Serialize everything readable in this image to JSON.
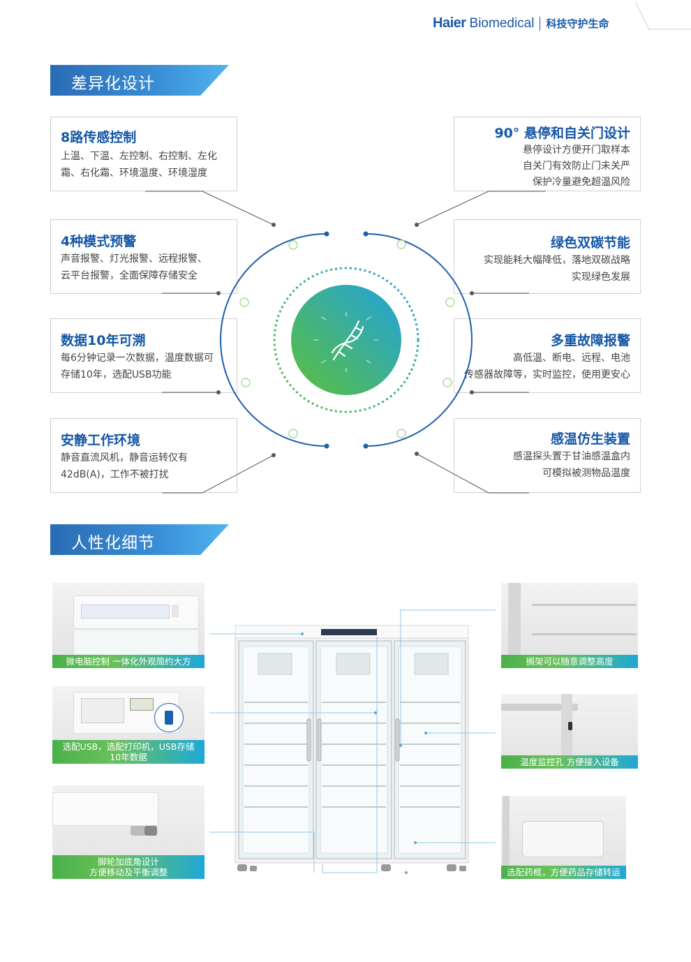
{
  "header": {
    "brand_bold": "Haier",
    "brand_light": "Biomedical",
    "slogan": "科技守护生命"
  },
  "sections": {
    "design": "差异化设计",
    "details": "人性化细节"
  },
  "features_left": [
    {
      "title": "8路传感控制",
      "lines": [
        "上温、下温、左控制、右控制、左化",
        "霜、右化霜、环境温度、环境湿度"
      ]
    },
    {
      "title": "4种模式预警",
      "lines": [
        "声音报警、灯光报警、远程报警、",
        "云平台报警，全面保障存储安全"
      ]
    },
    {
      "title": "数据10年可溯",
      "lines": [
        "每6分钟记录一次数据，温度数据可",
        "存储10年，选配USB功能"
      ]
    },
    {
      "title": "安静工作环境",
      "lines": [
        "静音直流风机，静音运转仅有",
        "42dB(A)，工作不被打扰"
      ]
    }
  ],
  "features_right": [
    {
      "title": "90° 悬停和自关门设计",
      "lines": [
        "悬停设计方便开门取样本",
        "自关门有效防止门未关严",
        "保护冷量避免超温风险"
      ]
    },
    {
      "title": "绿色双碳节能",
      "lines": [
        "实现能耗大幅降低，落地双碳战略",
        "实现绿色发展"
      ]
    },
    {
      "title": "多重故障报警",
      "lines": [
        "高低温、断电、远程、电池",
        "传感器故障等，实时监控，使用更安心"
      ]
    },
    {
      "title": "感温仿生装置",
      "lines": [
        "感温探头置于甘油感温盒内",
        "可模拟被测物品温度"
      ]
    }
  ],
  "details_left": [
    {
      "caption": [
        "微电脑控制 一体化外观简约大方"
      ]
    },
    {
      "caption": [
        "选配USB，选配打印机，USB存储",
        "10年数据"
      ]
    },
    {
      "caption": [
        "脚轮加底角设计",
        "方便移动及平衡调整"
      ]
    }
  ],
  "details_right": [
    {
      "caption": [
        "搁架可以随意调整高度"
      ]
    },
    {
      "caption": [
        "温度监控孔 方便接入设备"
      ]
    },
    {
      "caption": [
        "选配药框，方便药品存储转运"
      ]
    }
  ],
  "colors": {
    "brand_blue": "#1456a6",
    "green": "#4ab14a",
    "cyan": "#1fa8d8"
  }
}
